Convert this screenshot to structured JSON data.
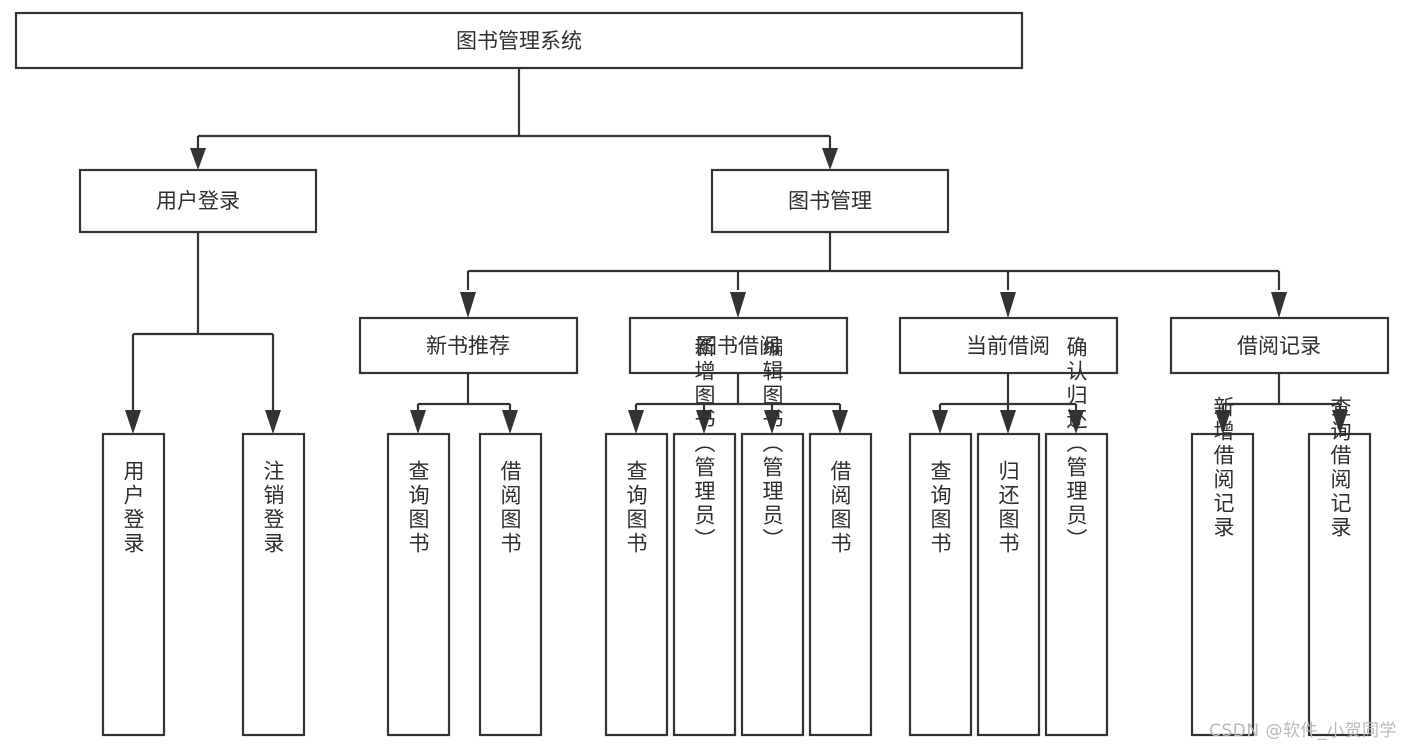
{
  "diagram": {
    "type": "tree-hierarchy",
    "title": "图书管理系统",
    "watermark": "CSDN @软件_小贺同学",
    "colors": {
      "stroke": "#333333",
      "fill": "#ffffff",
      "text": "#2f2f2f",
      "watermark": "#b9b9b9"
    },
    "levels": {
      "root": {
        "label": "图书管理系统"
      },
      "level2": [
        {
          "label": "用户登录"
        },
        {
          "label": "图书管理"
        }
      ],
      "level3": [
        {
          "label": "新书推荐",
          "parent": "图书管理"
        },
        {
          "label": "图书借阅",
          "parent": "图书管理"
        },
        {
          "label": "当前借阅",
          "parent": "图书管理"
        },
        {
          "label": "借阅记录",
          "parent": "图书管理"
        }
      ],
      "leaves": [
        {
          "label": "用户登录",
          "parent": "用户登录"
        },
        {
          "label": "注销登录",
          "parent": "用户登录"
        },
        {
          "label": "查询图书",
          "parent": "新书推荐"
        },
        {
          "label": "借阅图书",
          "parent": "新书推荐"
        },
        {
          "label": "查询图书",
          "parent": "图书借阅"
        },
        {
          "label": "新增图书（管理员）",
          "parent": "图书借阅"
        },
        {
          "label": "编辑图书（管理员）",
          "parent": "图书借阅"
        },
        {
          "label": "借阅图书",
          "parent": "图书借阅"
        },
        {
          "label": "查询图书",
          "parent": "当前借阅"
        },
        {
          "label": "归还图书",
          "parent": "当前借阅"
        },
        {
          "label": "确认归还（管理员）",
          "parent": "当前借阅"
        },
        {
          "label": "新增借阅记录",
          "parent": "借阅记录"
        },
        {
          "label": "查询借阅记录",
          "parent": "借阅记录"
        }
      ]
    },
    "nodes": {
      "root": {
        "text": "图书管理系统"
      },
      "user_login": {
        "text": "用户登录"
      },
      "book_mgmt": {
        "text": "图书管理"
      },
      "new_book_rec": {
        "text": "新书推荐"
      },
      "book_borrow": {
        "text": "图书借阅"
      },
      "current_borrow": {
        "text": "当前借阅"
      },
      "borrow_record": {
        "text": "借阅记录"
      },
      "leaf_user_login": {
        "text": "用户登录"
      },
      "leaf_logout": {
        "text": "注销登录"
      },
      "leaf_query_book_1": {
        "text": "查询图书"
      },
      "leaf_borrow_book_1": {
        "text": "借阅图书"
      },
      "leaf_query_book_2": {
        "text": "查询图书"
      },
      "leaf_add_book_admin": {
        "text": "新增图书（管理员）"
      },
      "leaf_edit_book_admin": {
        "text": "编辑图书（管理员）"
      },
      "leaf_borrow_book_2": {
        "text": "借阅图书"
      },
      "leaf_query_book_3": {
        "text": "查询图书"
      },
      "leaf_return_book": {
        "text": "归还图书"
      },
      "leaf_confirm_return_admin": {
        "text": "确认归还（管理员）"
      },
      "leaf_add_record": {
        "text": "新增借阅记录"
      },
      "leaf_query_record": {
        "text": "查询借阅记录"
      }
    }
  }
}
